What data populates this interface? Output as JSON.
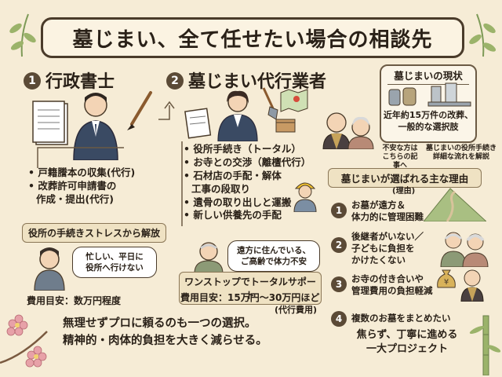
{
  "title": "墓じまい、全て任せたい場合の相談先",
  "section1": {
    "number": "1",
    "heading": "行政書士",
    "items": [
      "戸籍謄本の収集(代行)",
      "改葬許可申請書の",
      "作成・提出(代行)"
    ],
    "tag": "役所の手続きストレスから解放",
    "bubble": [
      "忙しい、平日に",
      "役所へ行けない"
    ],
    "cost": "費用目安：数万円程度"
  },
  "section2": {
    "number": "2",
    "heading": "墓じまい代行業者",
    "items": [
      "役所手続き（トータル）",
      "お寺との交渉（離檀代行）",
      "石材店の手配・解体",
      "工事の段取り",
      "遺骨の取り出しと運搬",
      "新しい供養先の手配"
    ],
    "bubble": [
      "遠方に住んでいる、",
      "ご高齢で体力不安"
    ],
    "tag": "ワンストップでトータルサポート",
    "cost": "費用目安：15万円〜30万円ほど",
    "cost_note": "(代行費用)"
  },
  "status": {
    "heading": "墓じまいの現状",
    "text": [
      "近年約15万件の改葬、",
      "一般的な選択肢"
    ],
    "note_left": [
      "不安な方は",
      "こちらの記事へ"
    ],
    "note_right": [
      "墓じまいの役所手続き",
      "詳細な流れを解説"
    ]
  },
  "reasons": {
    "heading": "墓じまいが選ばれる主な理由",
    "sub": "(理由)",
    "items": [
      {
        "num": "1",
        "lines": [
          "お墓が遠方＆",
          "体力的に管理困難"
        ]
      },
      {
        "num": "2",
        "lines": [
          "後継者がいない／",
          "子どもに負担を",
          "かけたくない"
        ]
      },
      {
        "num": "3",
        "lines": [
          "お寺の付き合いや",
          "管理費用の負担軽減"
        ]
      },
      {
        "num": "4",
        "lines": [
          "複数のお墓をまとめたい"
        ]
      }
    ],
    "closing": [
      "焦らず、丁寧に進める",
      "一大プロジェクト"
    ]
  },
  "bottom_message": [
    "無理せずプロに頼るのも一つの選択。",
    "精神的・肉体的負担を大きく減らせる。"
  ],
  "colors": {
    "background": "#f6ecd6",
    "accent": "#5b4a36",
    "sakura": "#e7a1a8",
    "bamboo": "#9bb36a"
  },
  "icons": [
    "sakura-icon",
    "bamboo-icon",
    "document-icon",
    "brush-icon",
    "shovel-icon",
    "map-icon",
    "urn-icon",
    "grave-icon",
    "leaf-icon"
  ]
}
